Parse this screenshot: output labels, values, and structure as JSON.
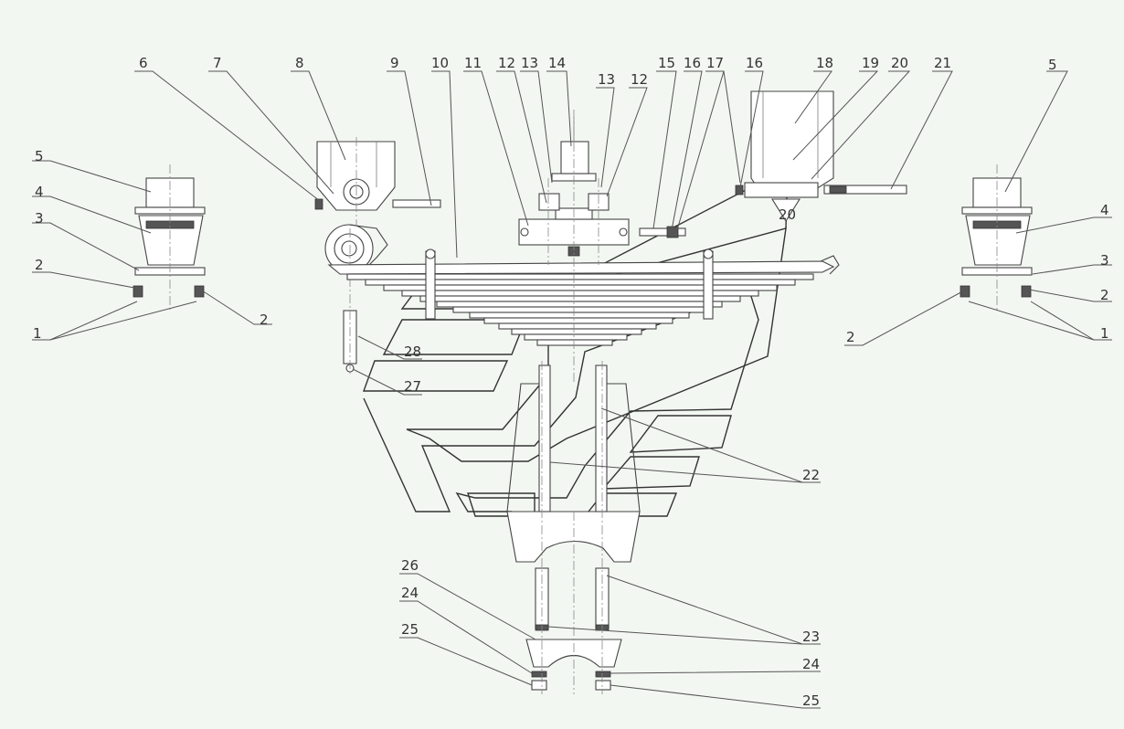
{
  "diagram": {
    "labels": {
      "l1a": "1",
      "l1b": "1",
      "l2a": "2",
      "l2b": "2",
      "l2c": "2",
      "l2d": "2",
      "l3a": "3",
      "l3b": "3",
      "l4a": "4",
      "l4b": "4",
      "l5a": "5",
      "l5b": "5",
      "l6": "6",
      "l7": "7",
      "l8": "8",
      "l9": "9",
      "l10": "10",
      "l11": "11",
      "l12a": "12",
      "l12b": "12",
      "l13a": "13",
      "l13b": "13",
      "l14": "14",
      "l15": "15",
      "l16a": "16",
      "l16b": "16",
      "l17": "17",
      "l18": "18",
      "l19": "19",
      "l20a": "20",
      "l20b": "20",
      "l21": "21",
      "l22": "22",
      "l23": "23",
      "l24a": "24",
      "l24b": "24",
      "l25a": "25",
      "l25b": "25",
      "l26": "26",
      "l27": "27",
      "l28": "28"
    }
  }
}
